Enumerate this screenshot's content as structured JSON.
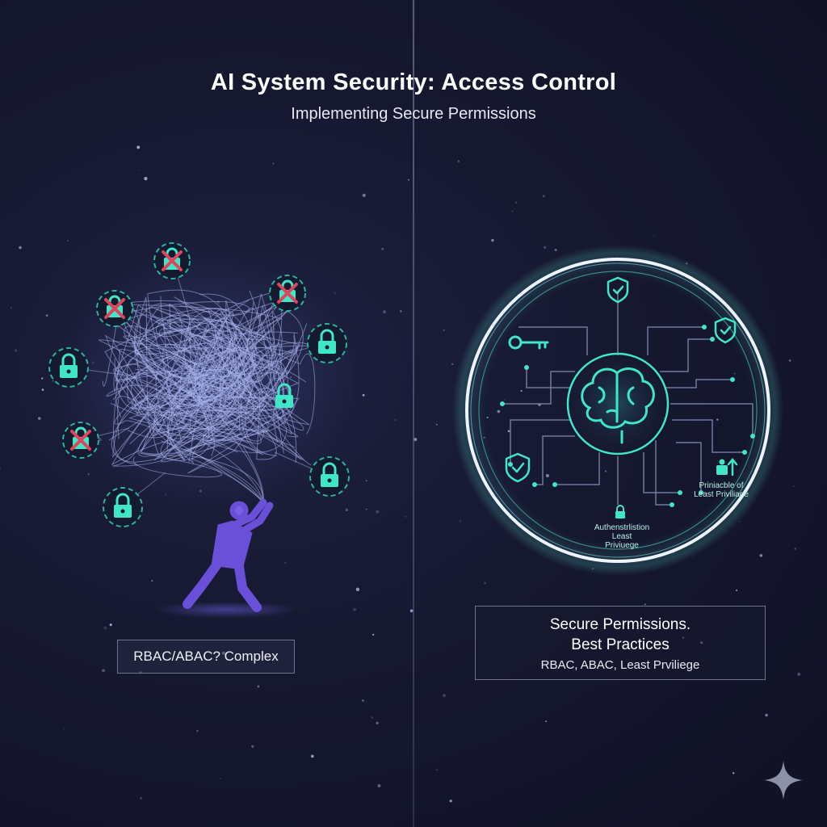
{
  "header": {
    "title": "AI System Security: Access Control",
    "subtitle": "Implementing Secure Permissions"
  },
  "left_panel": {
    "caption": "RBAC/ABAC? Complex",
    "lock_icons": [
      "lock-icon-denied",
      "lock-icon-denied",
      "lock-icon-denied",
      "lock-icon-denied",
      "lock-icon",
      "lock-icon",
      "lock-icon",
      "lock-icon",
      "lock-icon"
    ]
  },
  "right_panel": {
    "diagram_labels": {
      "principle": [
        "Priniacble of",
        "Least Priviliage"
      ],
      "auth": [
        "Authenstrlistion",
        "Least",
        "Priviuege"
      ]
    },
    "box": {
      "line1": "Secure Permissions.",
      "line2": "Best Practices",
      "line3": "RBAC, ABAC, Least Prviliege"
    }
  },
  "colors": {
    "accent_teal": "#3fe6c8",
    "deny_red": "#e0445a",
    "figure_purple": "#6a4fd8",
    "tangle_blue": "#aab4ee"
  }
}
